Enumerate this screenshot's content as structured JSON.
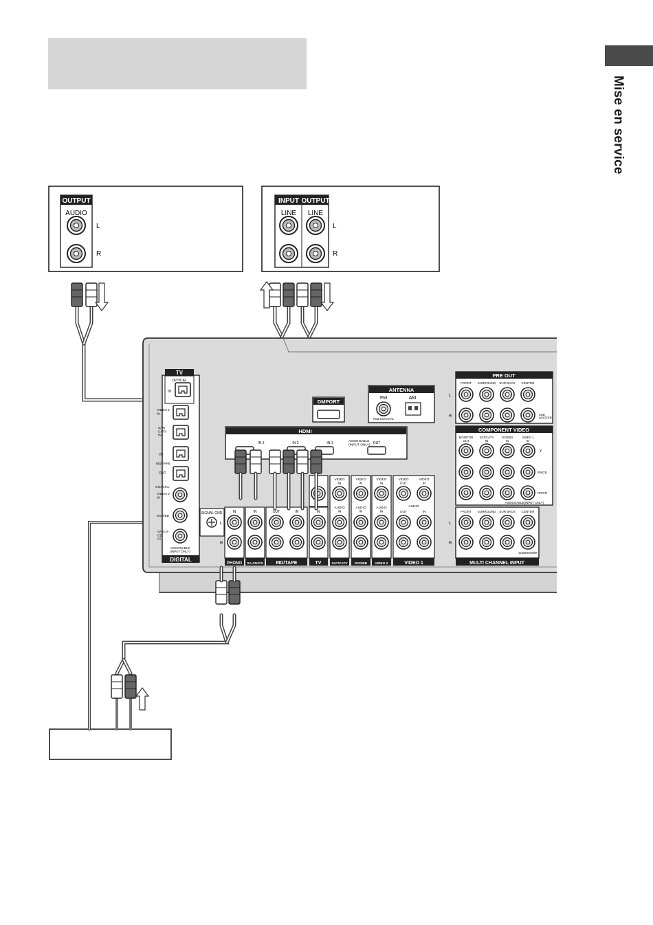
{
  "section_tab": {
    "title": "Mise en service",
    "tab_color": "#4a4a4a"
  },
  "header_bar": {
    "color": "#d6d6d6"
  },
  "device_cd": {
    "header": "OUTPUT",
    "jack_group": "AUDIO",
    "ch_l": "L",
    "ch_r": "R"
  },
  "device_tape": {
    "header_in": "INPUT",
    "header_out": "OUTPUT",
    "jack_in": "LINE",
    "jack_out": "LINE",
    "ch_l": "L",
    "ch_r": "R"
  },
  "receiver": {
    "tv_label": "TV",
    "optical": "OPTICAL",
    "in": "IN",
    "video1_in": "VIDEO 1\nIN",
    "sat_catv_in": "SAT/\nCATV\nIN",
    "md_tape": "MD/TAPE",
    "out": "OUT",
    "coaxial": "COAXIAL",
    "video2_in": "VIDEO 2\nIN",
    "dvd_bd": "DVD/BD",
    "sacd_cd_in": "SA-CD/\nCD\nIN",
    "assignable_input_only": "ASSIGNABLE\n(INPUT ONLY)",
    "digital": "DIGITAL",
    "dmport": "DMPORT",
    "antenna": "ANTENNA",
    "fm": "FM",
    "am": "AM",
    "coaxial_75": "75Ω COAXIAL",
    "hdmi": "HDMI",
    "hdmi_in3": "IN 3",
    "hdmi_in2": "IN 2",
    "hdmi_in1": "IN 1",
    "hdmi_assignable": "ASSIGNABLE\n(INPUT ONLY)",
    "hdmi_out": "OUT",
    "signal_gnd": "SIGNAL GND",
    "ch_l": "L",
    "ch_r": "R",
    "phono": "PHONO",
    "sacd": "SA-CD/CD",
    "tv": "TV",
    "sat_catv": "SAT/CATV",
    "dvd_bd_group": "DVD/BD",
    "video2": "VIDEO 2",
    "video1": "VIDEO 1",
    "video_in": "VIDEO\nIN",
    "audio_in": "AUDIO\nIN",
    "video_out": "VIDEO\nOUT",
    "audio": "AUDIO",
    "pre_out": "PRE OUT",
    "front": "FRONT",
    "surround": "SURROUND",
    "sur_back": "SUR BACK",
    "center": "CENTER",
    "sub_woofer": "SUB\nWOOFER",
    "component_video": "COMPONENT VIDEO",
    "monitor_out": "MONITOR\nOUT",
    "sat_catv_in2": "SAT/CATV\nIN",
    "dvd_bd_in": "DVD/BD\nIN",
    "video1_in2": "VIDEO 1\nIN",
    "y": "Y",
    "pb_cb": "PB/CB",
    "pr_cr": "PR/CR",
    "assignable_input_only2": "ASSIGNABLE(INPUT ONLY)",
    "multi_channel_input": "MULTI CHANNEL INPUT",
    "subwoofer": "SUBWOOFER"
  }
}
